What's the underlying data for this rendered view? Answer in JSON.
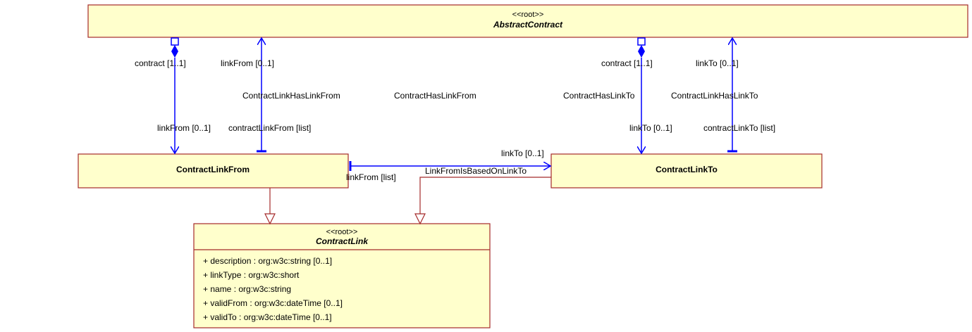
{
  "classes": {
    "abstract_contract": {
      "stereotype": "<<root>>",
      "name": "AbstractContract"
    },
    "contract_link_from": {
      "name": "ContractLinkFrom"
    },
    "contract_link_to": {
      "name": "ContractLinkTo"
    },
    "contract_link": {
      "stereotype": "<<root>>",
      "name": "ContractLink",
      "attributes": [
        "+ description : org:w3c:string [0..1]",
        "+ linkType : org:w3c:short",
        "+ name : org:w3c:string",
        "+ validFrom : org:w3c:dateTime [0..1]",
        "+ validTo : org:w3c:dateTime [0..1]"
      ]
    }
  },
  "labels": {
    "contract_left": "contract [1..1]",
    "link_from_top": "linkFrom [0..1]",
    "contract_link_has_link_from": "ContractLinkHasLinkFrom",
    "contract_has_link_from": "ContractHasLinkFrom",
    "contract_right": "contract [1..1]",
    "link_to_top": "linkTo [0..1]",
    "contract_has_link_to": "ContractHasLinkTo",
    "contract_link_has_link_to": "ContractLinkHasLinkTo",
    "link_from_bottom": "linkFrom [0..1]",
    "contract_link_from_list": "contractLinkFrom [list]",
    "link_to_bottom": "linkTo [0..1]",
    "contract_link_to_list": "contractLinkTo [list]",
    "link_to_mid": "linkTo [0..1]",
    "link_from_list": "linkFrom [list]",
    "link_from_is_based_on_link_to": "LinkFromIsBasedOnLinkTo"
  },
  "colors": {
    "class_fill": "#ffffcc",
    "class_border": "#a52a2a",
    "association": "#0000ff",
    "generalization": "#a52a2a"
  }
}
